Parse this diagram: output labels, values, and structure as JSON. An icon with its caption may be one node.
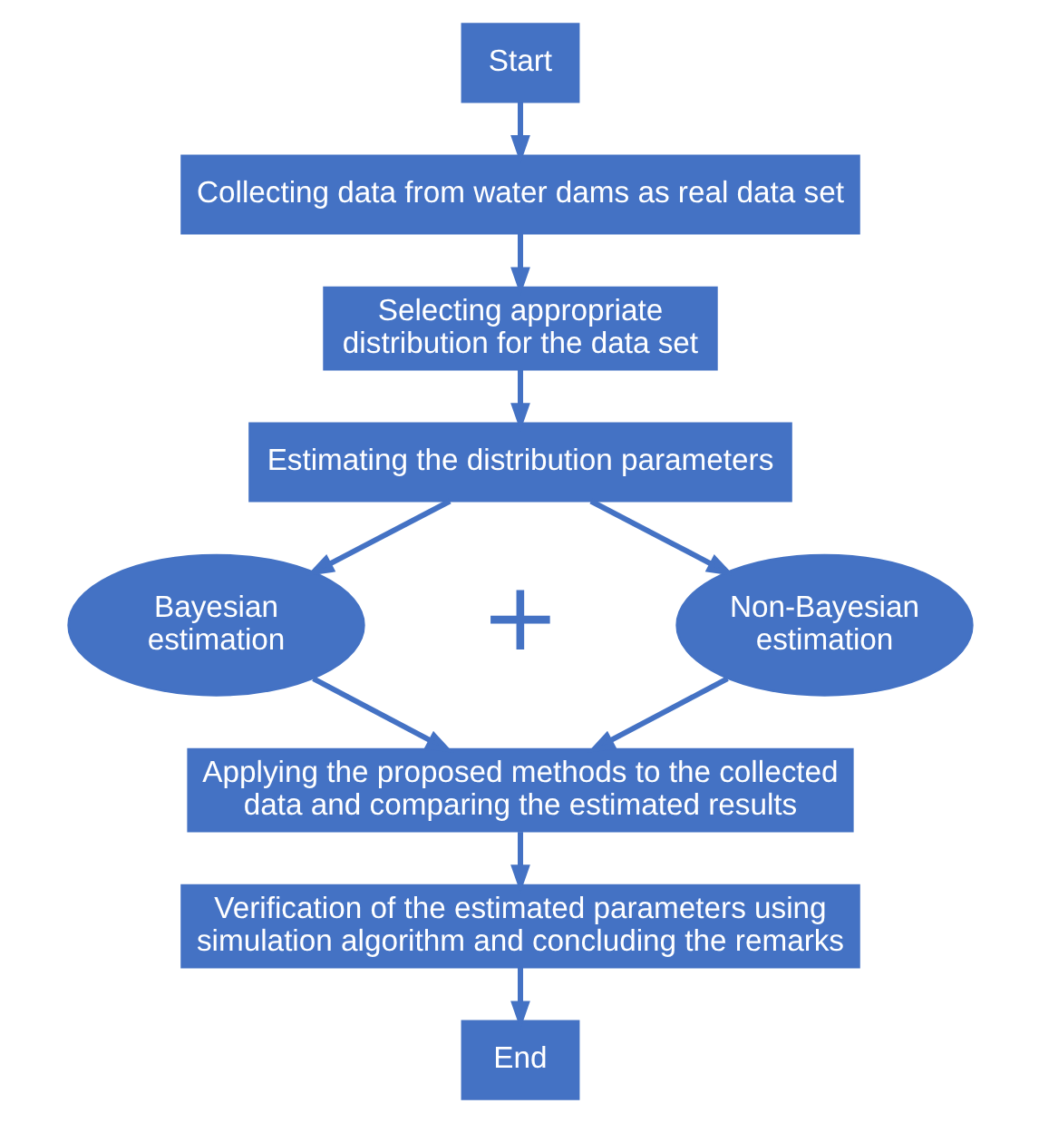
{
  "diagram": {
    "nodes": [
      {
        "text": [
          "Start"
        ]
      },
      {
        "text": [
          "Collecting data from water dams as real data set"
        ]
      },
      {
        "text": [
          "Selecting appropriate distribution for the data set"
        ]
      },
      {
        "text": [
          "Estimating the distribution parameters"
        ]
      },
      {
        "text": [
          "Bayesian estimation"
        ]
      },
      {
        "text": [
          "Non-Bayesian estimation"
        ]
      },
      {
        "text": [
          "Applying the proposed methods to the collected data and comparing the estimated results"
        ]
      },
      {
        "text": [
          "Verification of the estimated parameters using simulation algorithm and concluding the remarks"
        ]
      },
      {
        "text": [
          "End"
        ]
      }
    ],
    "edges": [
      {
        "from": 0,
        "to": 1,
        "arrow": "to"
      },
      {
        "from": 1,
        "to": 2,
        "arrow": "to"
      },
      {
        "from": 2,
        "to": 3,
        "arrow": "to"
      },
      {
        "from": 3,
        "to": 4,
        "arrow": "to"
      },
      {
        "from": 3,
        "to": 5,
        "arrow": "to"
      },
      {
        "from": 4,
        "to": 6,
        "arrow": "to"
      },
      {
        "from": 5,
        "to": 6,
        "arrow": "to"
      },
      {
        "from": 6,
        "to": 7,
        "arrow": "to"
      },
      {
        "from": 7,
        "to": 8,
        "arrow": "to"
      }
    ],
    "labels": [
      "+"
    ]
  }
}
